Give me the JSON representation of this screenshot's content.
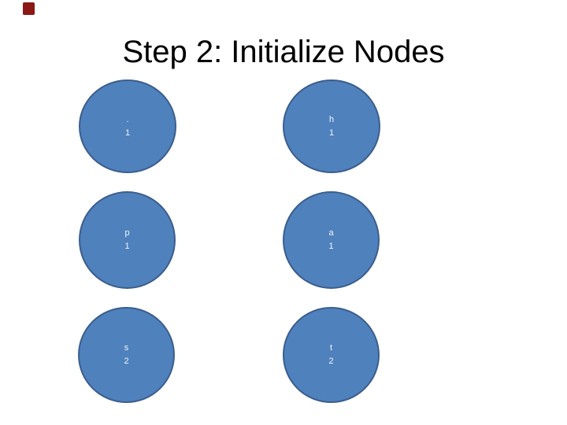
{
  "slide": {
    "title": "Step 2: Initialize Nodes"
  },
  "nodes": [
    {
      "char": ".",
      "count": "1"
    },
    {
      "char": "h",
      "count": "1"
    },
    {
      "char": "p",
      "count": "1"
    },
    {
      "char": "a",
      "count": "1"
    },
    {
      "char": "s",
      "count": "2"
    },
    {
      "char": "t",
      "count": "2"
    }
  ],
  "colors": {
    "node_fill": "#4F81BD",
    "node_border": "#3B5E8C",
    "node_text": "#F2F6FA",
    "title_text": "#000000",
    "corner_mark": "#8B1717"
  }
}
